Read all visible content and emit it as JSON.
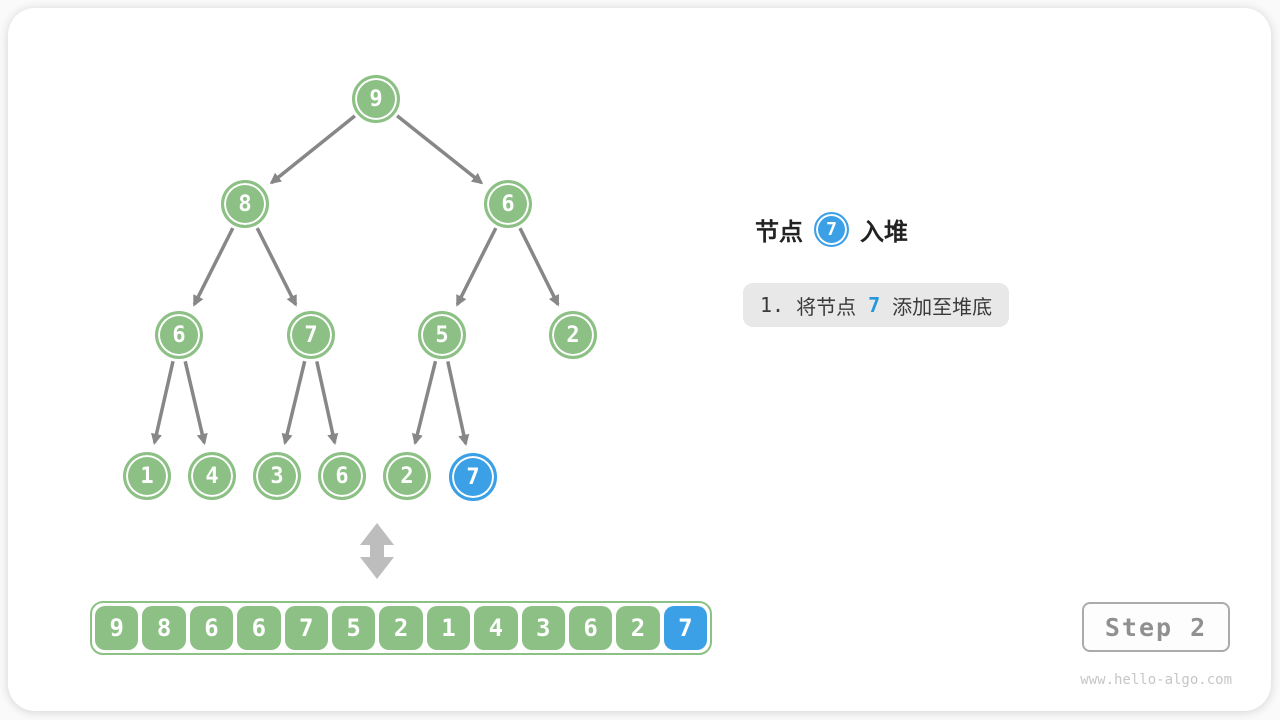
{
  "title": {
    "prefix": "节点",
    "badge_value": "7",
    "suffix": "入堆"
  },
  "instruction": {
    "number": "1.",
    "before": "将节点",
    "highlight": "7",
    "after": "添加至堆底"
  },
  "tree": {
    "nodes": [
      {
        "value": "9",
        "highlighted": false
      },
      {
        "value": "8",
        "highlighted": false
      },
      {
        "value": "6",
        "highlighted": false
      },
      {
        "value": "6",
        "highlighted": false
      },
      {
        "value": "7",
        "highlighted": false
      },
      {
        "value": "5",
        "highlighted": false
      },
      {
        "value": "2",
        "highlighted": false
      },
      {
        "value": "1",
        "highlighted": false
      },
      {
        "value": "4",
        "highlighted": false
      },
      {
        "value": "3",
        "highlighted": false
      },
      {
        "value": "6",
        "highlighted": false
      },
      {
        "value": "2",
        "highlighted": false
      },
      {
        "value": "7",
        "highlighted": true
      }
    ],
    "edges": [
      [
        0,
        1
      ],
      [
        0,
        2
      ],
      [
        1,
        3
      ],
      [
        1,
        4
      ],
      [
        2,
        5
      ],
      [
        2,
        6
      ],
      [
        3,
        7
      ],
      [
        3,
        8
      ],
      [
        4,
        9
      ],
      [
        4,
        10
      ],
      [
        5,
        11
      ],
      [
        5,
        12
      ]
    ]
  },
  "array": {
    "values": [
      "9",
      "8",
      "6",
      "6",
      "7",
      "5",
      "2",
      "1",
      "4",
      "3",
      "6",
      "2",
      "7"
    ],
    "highlight_index": 12
  },
  "step_badge": {
    "label": "Step 2"
  },
  "watermark": {
    "url": "www.hello-algo.com"
  },
  "colors": {
    "node_green": "#8CC084",
    "node_blue": "#3BA0E5",
    "edge_gray": "#878787",
    "equivalence_arrow_gray": "#BDBDBD",
    "instruction_bg": "#E8E8E8",
    "instruction_highlight": "#2498DF",
    "step_text": "#909090",
    "watermark_text": "#C6C6C6"
  }
}
